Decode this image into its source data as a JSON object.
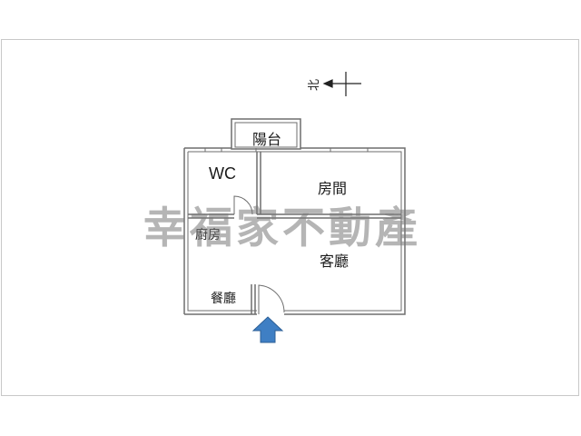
{
  "floorplan": {
    "rooms": {
      "balcony": "陽台",
      "wc": "WC",
      "bedroom": "房間",
      "kitchen": "廚房",
      "living_room": "客廳",
      "dining_room": "餐廳"
    },
    "compass": {
      "label": "北"
    },
    "watermark": "幸福家不動產",
    "colors": {
      "wall": "#6e6e6e",
      "entrance_arrow": "#3f7fc4",
      "watermark": "#808080"
    }
  }
}
